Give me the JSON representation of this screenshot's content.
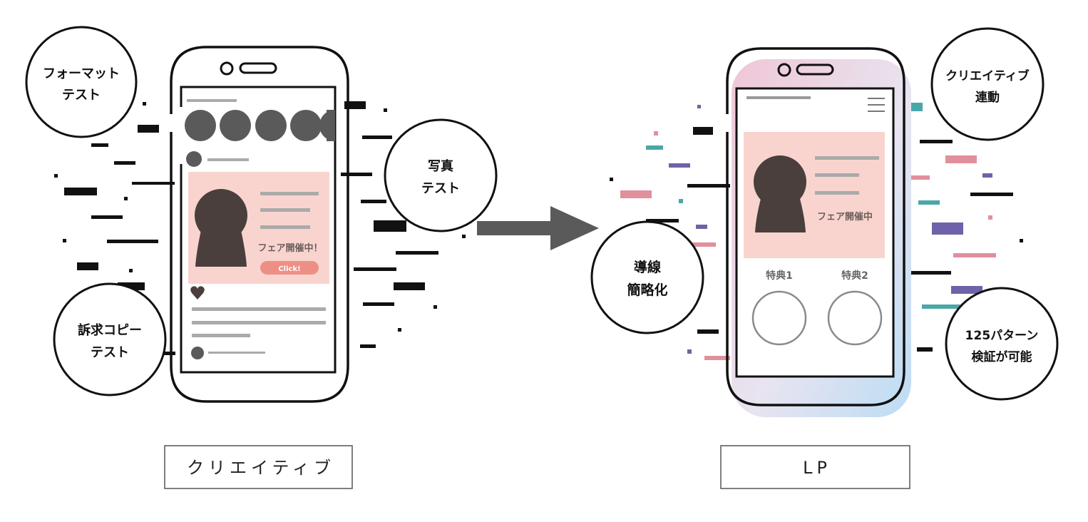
{
  "left": {
    "caption": "クリエイティブ",
    "badges": {
      "format": [
        "フォーマット",
        "テスト"
      ],
      "photo": [
        "写真",
        "テスト"
      ],
      "copy": [
        "訴求コピー",
        "テスト"
      ]
    },
    "card_text": "フェア開催中！",
    "button_label": "Click!"
  },
  "right": {
    "caption": "LP",
    "badges": {
      "creative_link": [
        "クリエイティブ",
        "連動"
      ],
      "flow": [
        "導線",
        "簡略化"
      ],
      "patterns": [
        "125パターン",
        "検証が可能"
      ]
    },
    "hero_text": "フェア開催中",
    "benefits": [
      "特典1",
      "特典2"
    ]
  },
  "colors": {
    "ink": "#111111",
    "dark_shape": "#4a3f3d",
    "pink_card": "#f9d4ce",
    "button": "#ee8f86",
    "arrow": "#5a5a5a",
    "teal": "#4aa7a8",
    "violet": "#6f62a8",
    "rose": "#e28f9c"
  },
  "icons": [
    "heart-icon",
    "hamburger-menu-icon",
    "arrow-right-icon",
    "camera-icon"
  ]
}
